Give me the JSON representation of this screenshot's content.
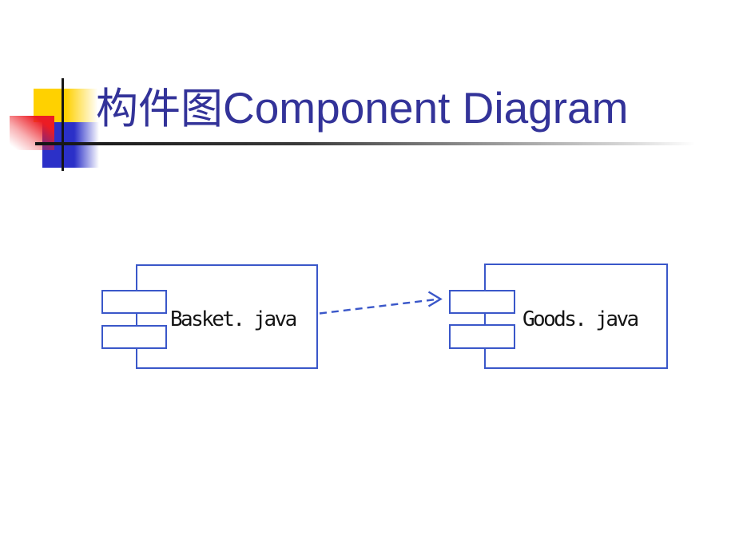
{
  "slide": {
    "title": {
      "cjk": "构件图",
      "latin": "Component Diagram"
    },
    "diagram": {
      "type": "uml-component-diagram",
      "components": [
        {
          "label": "Basket. java"
        },
        {
          "label": "Goods. java"
        }
      ],
      "connectors": [
        {
          "from": "Basket. java",
          "to": "Goods. java",
          "line_style": "dashed",
          "arrow_style": "open-arrowhead",
          "direction": "left-to-right"
        }
      ]
    },
    "colors": {
      "title_text": "#333399",
      "diagram_blue": "#3A57C9",
      "label_text": "#141414",
      "accent_yellow": "#FFD100",
      "accent_red": "#EC1C24",
      "accent_blue": "#2B30C8",
      "rule_dark": "#141414"
    }
  }
}
